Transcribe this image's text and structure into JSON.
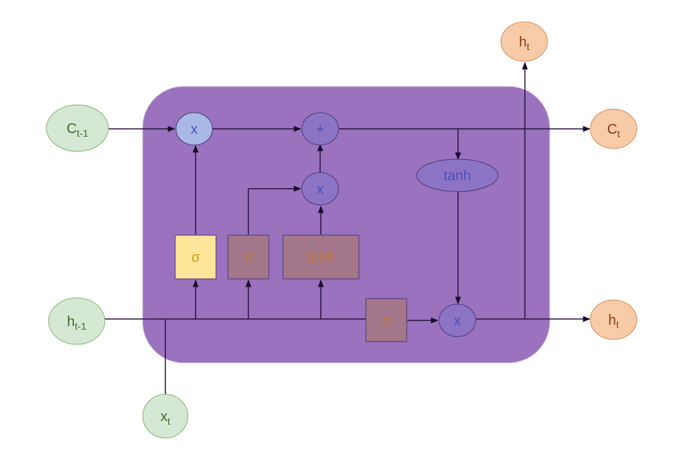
{
  "inputs": {
    "c_prev": {
      "main": "C",
      "sub": "t-1"
    },
    "h_prev": {
      "main": "h",
      "sub": "t-1"
    },
    "x_t": {
      "main": "x",
      "sub": "t"
    }
  },
  "outputs": {
    "c_t": {
      "main": "C",
      "sub": "t"
    },
    "h_t_right": {
      "main": "h",
      "sub": "t"
    },
    "h_t_top": {
      "main": "h",
      "sub": "t"
    }
  },
  "ops": {
    "forget_multiply": "x",
    "add": "+",
    "input_multiply": "x",
    "output_multiply": "x",
    "cell_tanh": "tanh"
  },
  "gates": {
    "forget_sigma": "σ",
    "input_sigma": "σ",
    "candidate_tanh": "tanh",
    "output_sigma": "σ"
  },
  "colors": {
    "cell_body": "#9b72bd",
    "input_node_fill": "#d5e8d4",
    "input_node_stroke": "#82b366",
    "input_text": "#3d6b2a",
    "output_node_fill": "#f8cba8",
    "output_node_stroke": "#d18a56",
    "output_text": "#8a3e10",
    "op_fill": "#8c74c4",
    "op_text": "#4a52b8",
    "forget_multiply_fill": "#a9b8e4",
    "forget_gate_fill": "#ffe599",
    "forget_gate_text": "#d4a017",
    "gate_fill": "#a4778a",
    "gate_text": "#c07a3e",
    "arrow": "#2a1340"
  }
}
